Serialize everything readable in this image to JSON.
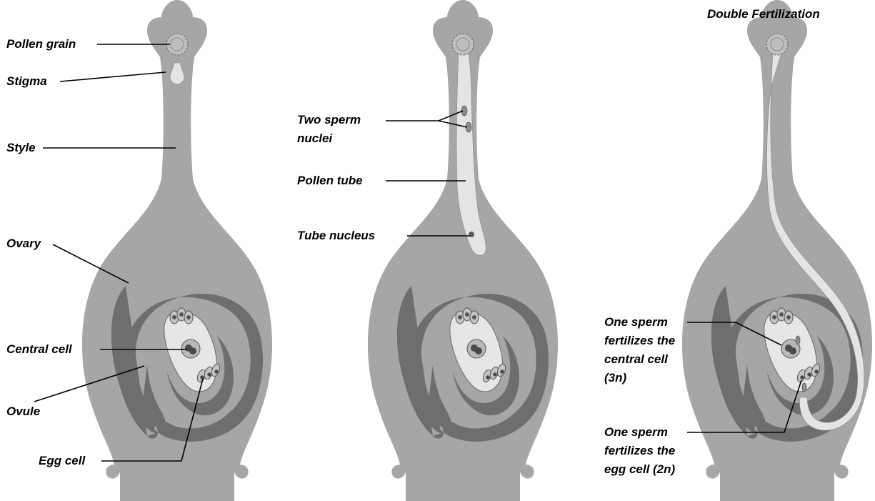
{
  "title": "Double Fertilization",
  "labels": {
    "pollen_grain": "Pollen grain",
    "stigma": "Stigma",
    "style": "Style",
    "ovary": "Ovary",
    "central_cell": "Central cell",
    "ovule": "Ovule",
    "egg_cell": "Egg cell",
    "two_sperm_line1": "Two sperm",
    "two_sperm_line2": "nuclei",
    "pollen_tube": "Pollen tube",
    "tube_nucleus": "Tube nucleus",
    "sperm_central_1": "One sperm",
    "sperm_central_2": "fertilizes the",
    "sperm_central_3": "central cell",
    "sperm_central_4": "(3n)",
    "sperm_egg_1": "One sperm",
    "sperm_egg_2": "fertilizes the",
    "sperm_egg_3": "egg cell (2n)"
  },
  "colors": {
    "tissue": "#a6a6a6",
    "ovule_wall": "#6e6e6e",
    "tube": "#e4e4e4",
    "cell": "#c4c4c4",
    "nucleus": "#5a5a5a"
  }
}
